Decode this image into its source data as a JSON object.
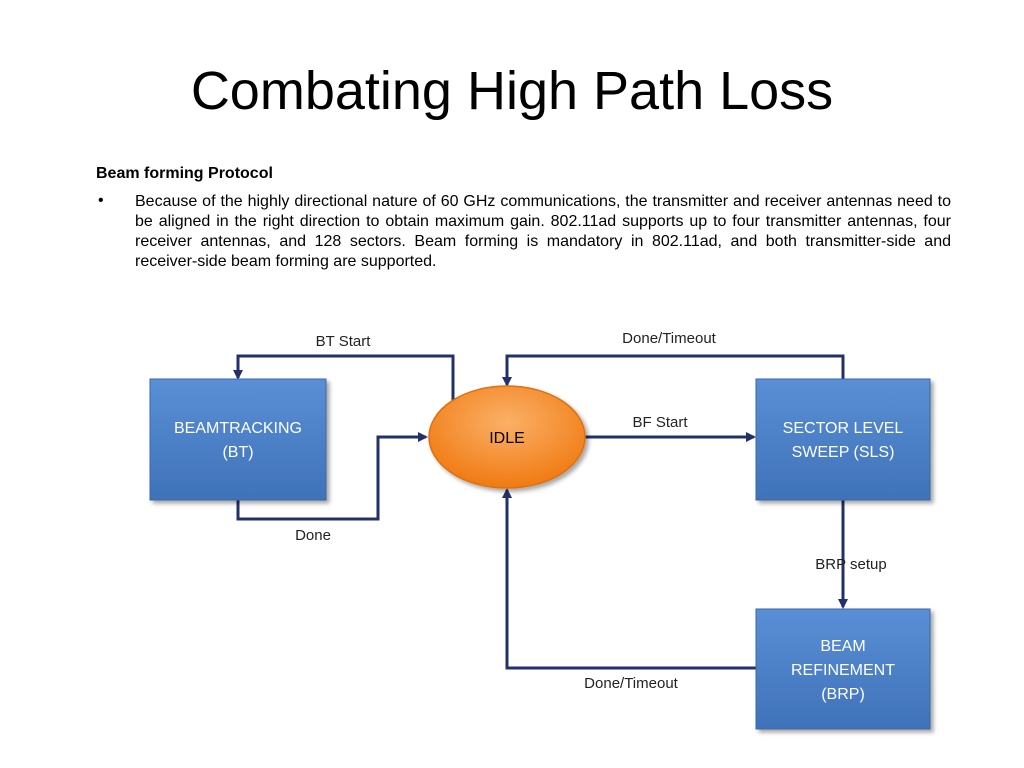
{
  "title": "Combating High Path Loss",
  "section": {
    "heading": "Beam forming Protocol",
    "bullet_marker": "•",
    "bullet_text": "Because of the highly directional nature of 60 GHz communications, the transmitter and receiver antennas need to be aligned in the right direction to obtain maximum gain. 802.11ad supports up to four transmitter antennas, four receiver antennas, and 128 sectors. Beam forming is mandatory in 802.11ad, and both transmitter-side and receiver-side beam forming are supported."
  },
  "diagram": {
    "nodes": {
      "bt": {
        "line1": "BEAMTRACKING",
        "line2": "(BT)"
      },
      "idle": {
        "label": "IDLE"
      },
      "sls": {
        "line1": "SECTOR LEVEL",
        "line2": "SWEEP (SLS)"
      },
      "brp": {
        "line1": "BEAM",
        "line2": "REFINEMENT",
        "line3": "(BRP)"
      }
    },
    "edges": {
      "bt_start": "BT Start",
      "done": "Done",
      "done_timeout_top": "Done/Timeout",
      "bf_start": "BF Start",
      "brp_setup": "BRP setup",
      "done_timeout_bottom": "Done/Timeout"
    },
    "colors": {
      "box_fill": "#4a7fc8",
      "box_border": "#3a6aa8",
      "idle_fill": "#f5892a",
      "idle_border": "#e07010",
      "arrow": "#23306a"
    }
  }
}
